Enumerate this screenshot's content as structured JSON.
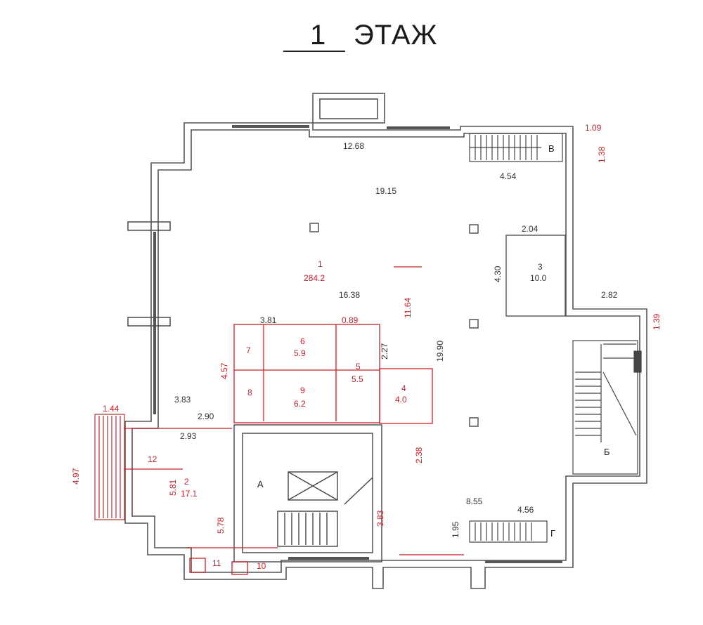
{
  "title": {
    "number": "1",
    "text": "ЭТАЖ"
  },
  "colors": {
    "wall": "#555555",
    "dim_black": "#333333",
    "dim_red": "#c8202a",
    "hatch": "#444444"
  },
  "dimensions_black": {
    "d1": "12.68",
    "d2": "4.54",
    "d3": "19.15",
    "d4": "2.04",
    "d5": "4.30",
    "d6": "2.82",
    "d7": "16.38",
    "d8": "19.90",
    "d9": "8.55",
    "d10": "4.56",
    "d11": "1.95",
    "d12": "2.90",
    "d13": "3.81",
    "d14": "2.93",
    "d15": "2.27",
    "d16": "3.83"
  },
  "dimensions_red": {
    "r1": "1.09",
    "r2": "1.38",
    "r3": "1.39",
    "r4": "11.64",
    "r5": "4.57",
    "r6": "1.44",
    "r7": "4.97",
    "r8": "5.81",
    "r9": "5.78",
    "r10": "2.38",
    "r11": "3.83",
    "r12": "0.89"
  },
  "rooms": {
    "r1_num": "1",
    "r1_area": "284.2",
    "r2_num": "2",
    "r2_area": "17.1",
    "r3_num": "3",
    "r3_area": "10.0",
    "r4_num": "4",
    "r4_area": "4.0",
    "r5_num": "5",
    "r5_area": "5.5",
    "r6_num": "6",
    "r6_area": "5.9",
    "r7_num": "7",
    "r8_num": "8",
    "r9_num": "9",
    "r9_area": "6.2",
    "r10_num": "10",
    "r11_num": "11",
    "r12_num": "12"
  },
  "stairs": {
    "a": "А",
    "b": "Б",
    "v": "В",
    "g": "Г"
  }
}
